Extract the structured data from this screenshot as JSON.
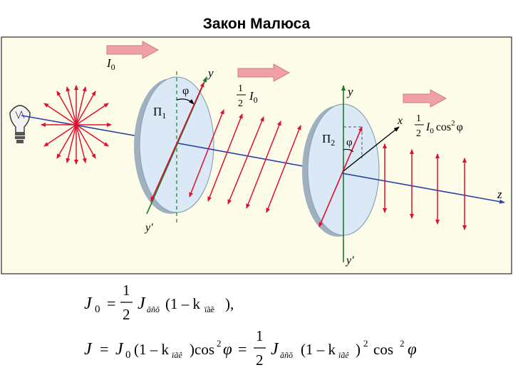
{
  "title": "Закон Малюса",
  "diagram": {
    "colors": {
      "background": "#fcfce8",
      "ray": "#2a3fa8",
      "polarization_arrows": "#e0102e",
      "axis": "#1a7a2a",
      "disc_face": "#dbe9f7",
      "disc_edge": "#9fb0be",
      "intensity_arrow": "#f2a0a8"
    },
    "icons": {
      "source": "light-bulb-icon"
    },
    "labels": {
      "intensity_0": "I",
      "intensity_0_sub": "0",
      "half": {
        "num": "1",
        "den": "2"
      },
      "intensity_1": "I",
      "intensity_1_sub": "0",
      "intensity_2": "I",
      "intensity_2_sub": "0",
      "intensity_2_func": "cos",
      "intensity_2_pow": "2",
      "intensity_2_phi": "φ",
      "polarizer_1": "П",
      "polarizer_1_sub": "1",
      "polarizer_2": "П",
      "polarizer_2_sub": "2",
      "phi_1": "φ",
      "phi_2": "φ",
      "axis_y1": "y",
      "axis_y1_prime": "y'",
      "axis_y2": "y",
      "axis_y2_prime": "y'",
      "axis_x": "x",
      "axis_z": "z"
    }
  },
  "formula_1": {
    "lhs": "J",
    "lhs_sub": "0",
    "eq": "=",
    "num": "1",
    "den": "2",
    "j": "J",
    "j_sub": "ăñŏ",
    "paren_open": "(1 – k",
    "k_sub": "ïãê",
    "paren_close": "),"
  },
  "formula_2": {
    "lhs": "J",
    "eq1": "=",
    "j0": "J",
    "j0_sub": "0",
    "paren_open": "(1 – k",
    "k_sub": "ïãê",
    "paren_close": ")cos",
    "pow": "2",
    "phi": "φ",
    "eq2": "=",
    "num": "1",
    "den": "2",
    "j": "J",
    "j_sub": "ăñŏ",
    "paren2_open": "(1 – k",
    "k2_sub": "ïãê",
    "paren2_close": ")",
    "pow2": "2",
    "cos": "cos",
    "cos_pow": "2",
    "phi2": "φ"
  }
}
